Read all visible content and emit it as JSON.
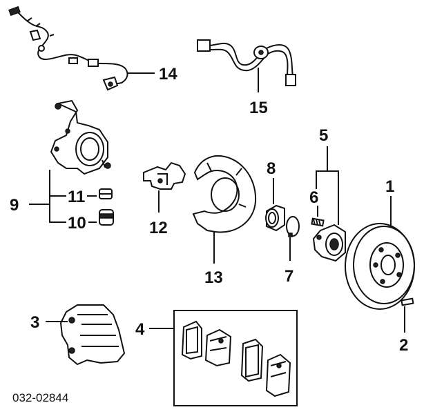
{
  "diagram_code": "032-02844",
  "callouts": {
    "c1": "1",
    "c2": "2",
    "c3": "3",
    "c4": "4",
    "c5": "5",
    "c6": "6",
    "c7": "7",
    "c8": "8",
    "c9": "9",
    "c10": "10",
    "c11": "11",
    "c12": "12",
    "c13": "13",
    "c14": "14",
    "c15": "15"
  },
  "parts": [
    {
      "id": "1",
      "icon": "brake-disc-icon"
    },
    {
      "id": "2",
      "icon": "disc-screw-icon"
    },
    {
      "id": "3",
      "icon": "brake-caliper-icon"
    },
    {
      "id": "4",
      "icon": "brake-pad-set-icon"
    },
    {
      "id": "5",
      "icon": "hub-assembly-icon"
    },
    {
      "id": "6",
      "icon": "hub-bolt-icon"
    },
    {
      "id": "7",
      "icon": "snap-ring-icon"
    },
    {
      "id": "8",
      "icon": "wheel-bearing-icon"
    },
    {
      "id": "9",
      "icon": "steering-knuckle-icon"
    },
    {
      "id": "10",
      "icon": "ball-joint-boot-icon"
    },
    {
      "id": "11",
      "icon": "clip-icon"
    },
    {
      "id": "12",
      "icon": "bracket-icon"
    },
    {
      "id": "13",
      "icon": "splash-guard-icon"
    },
    {
      "id": "14",
      "icon": "abs-sensor-icon"
    },
    {
      "id": "15",
      "icon": "brake-hose-icon"
    }
  ]
}
